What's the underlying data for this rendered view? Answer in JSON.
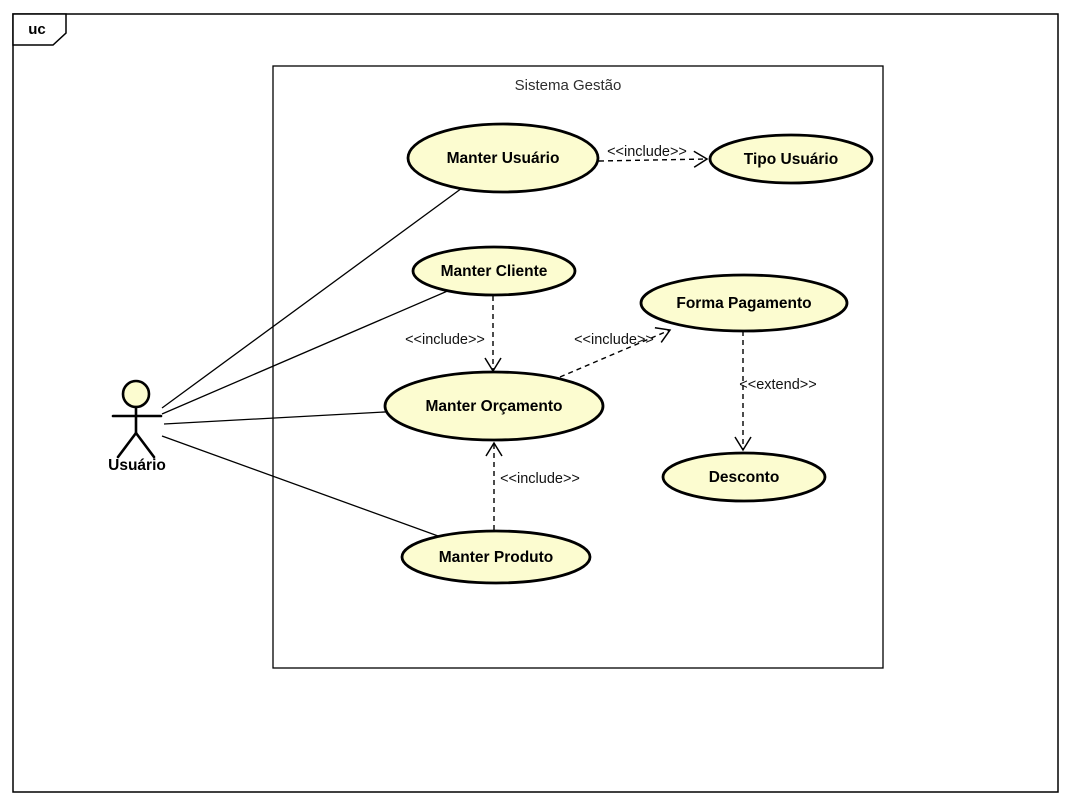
{
  "frame": {
    "tag": "uc"
  },
  "system": {
    "title": "Sistema Gestão"
  },
  "actor": {
    "name": "Usuário"
  },
  "use_cases": {
    "manter_usuario": {
      "label": "Manter Usuário"
    },
    "tipo_usuario": {
      "label": "Tipo Usuário"
    },
    "manter_cliente": {
      "label": "Manter Cliente"
    },
    "forma_pagamento": {
      "label": "Forma Pagamento"
    },
    "manter_orcamento": {
      "label": "Manter Orçamento"
    },
    "desconto": {
      "label": "Desconto"
    },
    "manter_produto": {
      "label": "Manter Produto"
    }
  },
  "relationships": {
    "include_usuario_tipo": {
      "type": "include",
      "label": "<<include>>",
      "from": "Manter Usuário",
      "to": "Tipo Usuário"
    },
    "include_cliente_orcamento": {
      "type": "include",
      "label": "<<include>>",
      "from": "Manter Cliente",
      "to": "Manter Orçamento"
    },
    "include_orcamento_pagamento": {
      "type": "include",
      "label": "<<include>>",
      "from": "Manter Orçamento",
      "to": "Forma Pagamento"
    },
    "extend_pagamento_desconto": {
      "type": "extend",
      "label": "<<extend>>",
      "from": "Forma Pagamento",
      "to": "Desconto"
    },
    "include_produto_orcamento": {
      "type": "include",
      "label": "<<include>>",
      "from": "Manter Produto",
      "to": "Manter Orçamento"
    }
  },
  "associations": [
    {
      "from": "Usuário",
      "to": "Manter Usuário"
    },
    {
      "from": "Usuário",
      "to": "Manter Cliente"
    },
    {
      "from": "Usuário",
      "to": "Manter Orçamento"
    },
    {
      "from": "Usuário",
      "to": "Manter Produto"
    }
  ],
  "colors": {
    "use_case_fill": "#FCFCD0",
    "actor_head_fill": "#FCFCD0",
    "stroke": "#000000",
    "background": "#FFFFFF"
  }
}
